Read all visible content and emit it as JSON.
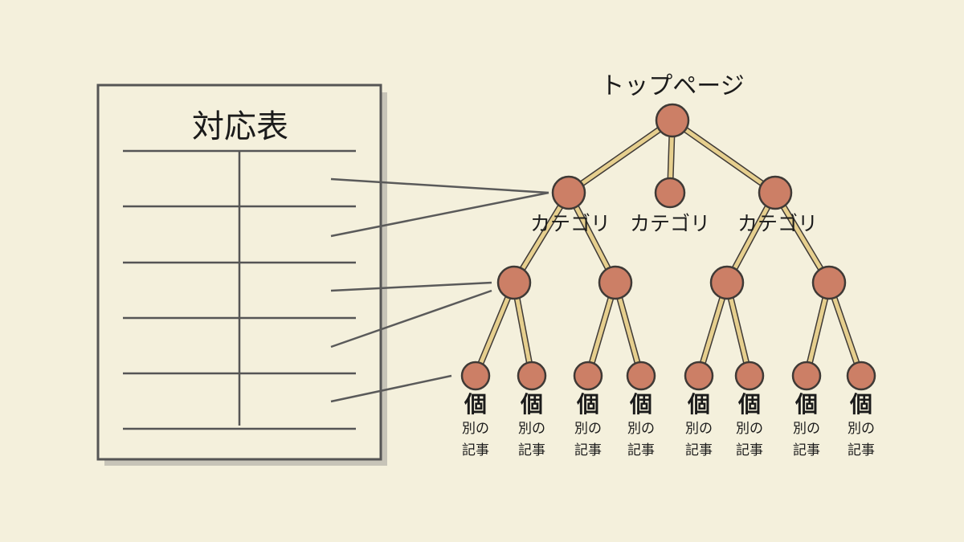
{
  "table": {
    "title": "対応表"
  },
  "tree": {
    "top_label": "トップページ",
    "categories": [
      "カテゴリ",
      "カテゴリ",
      "カテゴリ"
    ],
    "articles": [
      {
        "line1": "個",
        "line2": "別の",
        "line3": "記事"
      },
      {
        "line1": "個",
        "line2": "別の",
        "line3": "記事"
      },
      {
        "line1": "個",
        "line2": "別の",
        "line3": "記事"
      },
      {
        "line1": "個",
        "line2": "別の",
        "line3": "記事"
      },
      {
        "line1": "個",
        "line2": "別の",
        "line3": "記事"
      },
      {
        "line1": "個",
        "line2": "別の",
        "line3": "記事"
      },
      {
        "line1": "個",
        "line2": "別の",
        "line3": "記事"
      },
      {
        "line1": "個",
        "line2": "別の",
        "line3": "記事"
      }
    ]
  },
  "colors": {
    "background": "#f4f0dc",
    "node": "#cc7f66",
    "node_outline": "#3f3a36",
    "edge_fill": "#e6cf8e",
    "ink": "#4d4d4d"
  }
}
